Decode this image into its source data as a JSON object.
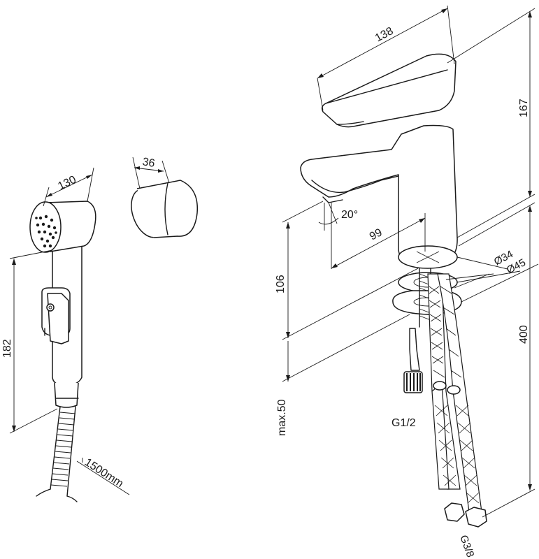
{
  "dimensions": {
    "spray_length": "130",
    "holder_depth": "36",
    "spray_height": "182",
    "hose_length": "1500mm",
    "spout_length": "138",
    "faucet_height": "167",
    "spout_angle": "20°",
    "spout_reach": "99",
    "spout_clearance": "106",
    "mount_thickness": "max.50",
    "hose_length_faucet": "400",
    "hole_diameter": "Ø34",
    "base_diameter": "Ø45",
    "connector_thread": "G1/2",
    "hose_thread": "G3/8"
  },
  "icons": [
    "shower-spray-icon",
    "wall-holder-icon",
    "faucet-icon",
    "braided-hose-icon"
  ]
}
